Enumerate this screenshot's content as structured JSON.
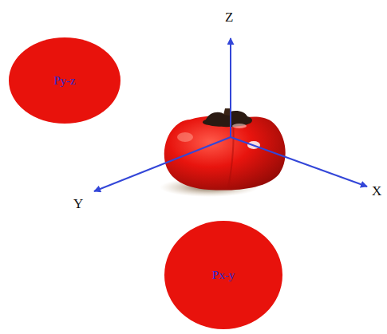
{
  "diagram": {
    "nodes": [
      {
        "text": [
          "Py-z"
        ]
      },
      {
        "text": [
          "Px-y"
        ]
      }
    ],
    "labels": [
      "Z",
      "Y",
      "X"
    ]
  }
}
